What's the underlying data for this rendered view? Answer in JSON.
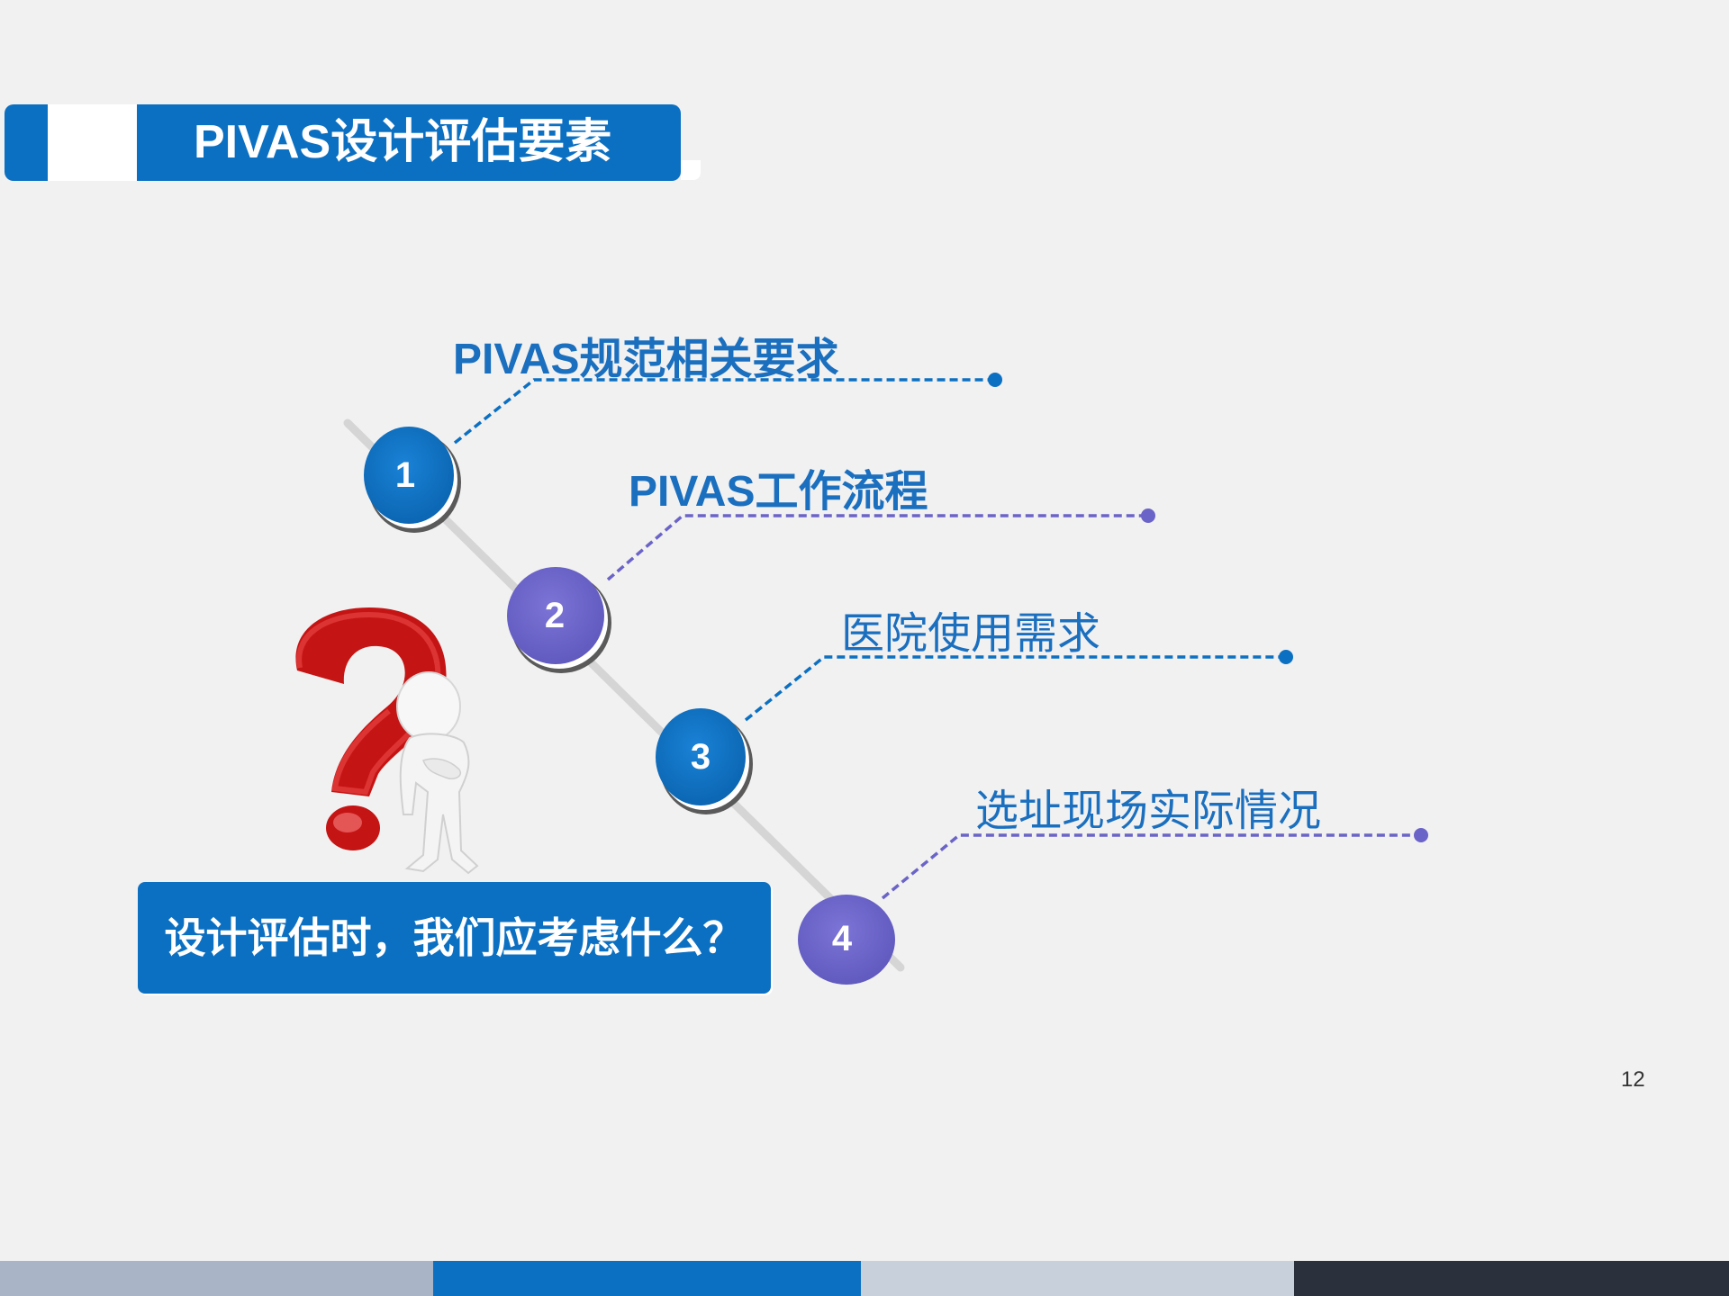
{
  "slide": {
    "title": "PIVAS设计评估要素",
    "page_number": "12",
    "question": "设计评估时，我们应考虑什么？",
    "items": [
      {
        "number": "1",
        "label": "PIVAS规范相关要求",
        "color": "#0c70c2"
      },
      {
        "number": "2",
        "label": "PIVAS工作流程",
        "color": "#6b64c8"
      },
      {
        "number": "3",
        "label": "医院使用需求",
        "color": "#0c70c2"
      },
      {
        "number": "4",
        "label": "选址现场实际情况",
        "color": "#6b64c8"
      }
    ],
    "colors": {
      "primary": "#0c70c2",
      "secondary": "#6b64c8",
      "label_text": "#1b6fbf",
      "background": "#f1f1f1",
      "footer": [
        "#a9b4c7",
        "#0c70c2",
        "#c8d0db",
        "#2a303c"
      ]
    },
    "icons": [
      "question-mark-figure-icon"
    ]
  }
}
